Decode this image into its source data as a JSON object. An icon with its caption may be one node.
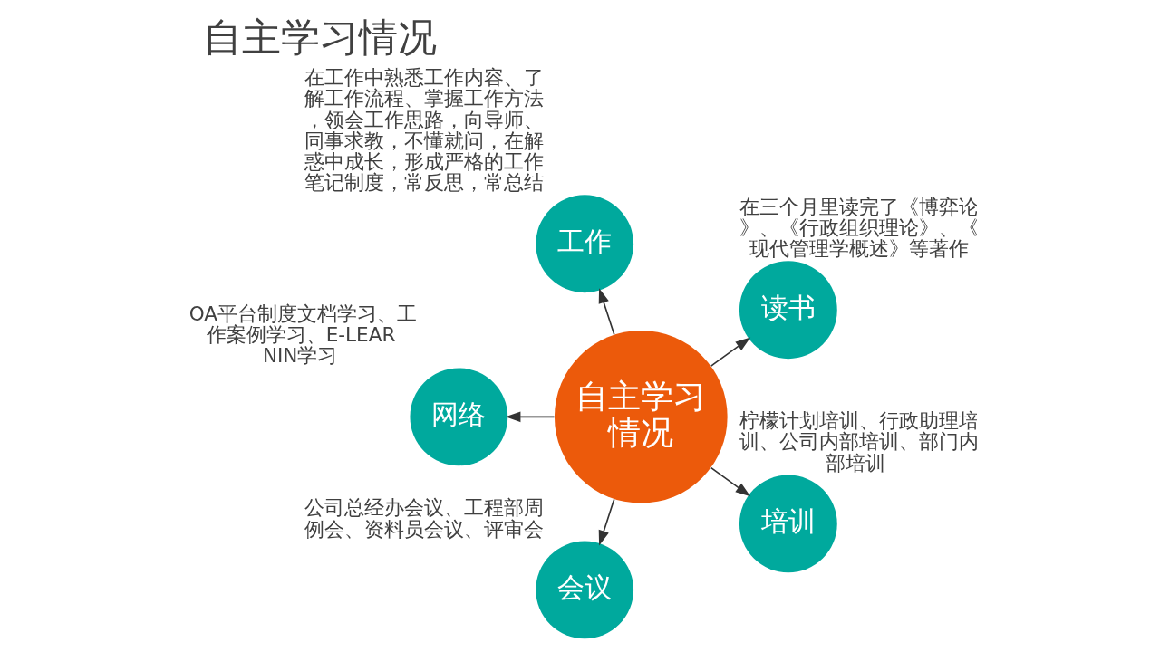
{
  "diagram": {
    "title": "自主学习情况",
    "nodes": [
      {
        "text": [
          "自主学习情况"
        ]
      },
      {
        "text": [
          "读书"
        ],
        "beside": [
          "在三个月里读完了《博弈论》、《行政组织理论》、《现代管理学概述》等著作"
        ]
      },
      {
        "text": [
          "工作"
        ],
        "beside": [
          "在工作中熟悉工作内容、了解工作流程、掌握工作方法，领会工作思路，向导师、同事求教，不懂就问，在解惑中成长，形成严格的工作笔记制度，常反思，常总结"
        ]
      },
      {
        "text": [
          "网络"
        ],
        "beside": [
          "OA平台制度文档学习、工作案例学习、E-LEARNIN学习"
        ]
      },
      {
        "text": [
          "会议"
        ],
        "beside": [
          "公司总经办会议、工程部周例会、资料员会议、评审会"
        ]
      },
      {
        "text": [
          "培训"
        ],
        "beside": [
          "柠檬计划培训、行政助理培训、公司内部培训、部门内部培训"
        ]
      }
    ],
    "edges": [
      {
        "from": 0,
        "to": 1,
        "arrow": "to"
      },
      {
        "from": 0,
        "to": 2,
        "arrow": "to"
      },
      {
        "from": 0,
        "to": 3,
        "arrow": "to"
      },
      {
        "from": 0,
        "to": 4,
        "arrow": "to"
      },
      {
        "from": 0,
        "to": 5,
        "arrow": "to"
      }
    ]
  }
}
